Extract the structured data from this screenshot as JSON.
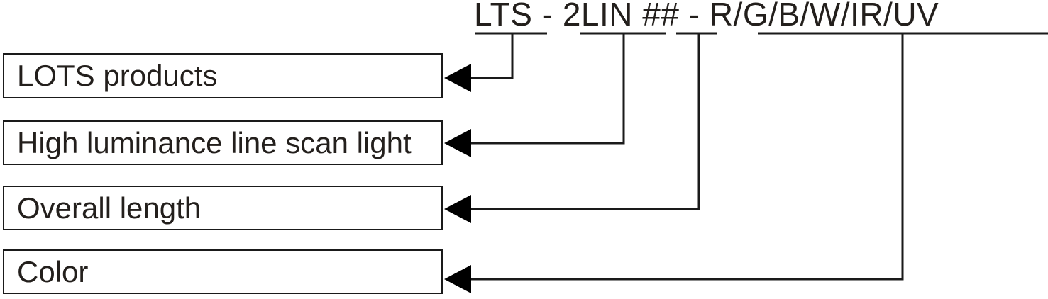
{
  "diagram": {
    "type": "part-number-breakdown",
    "title_code": "LTS - 2LIN ## - R/G/B/W/IR/UV",
    "ink_color": "#231f1c",
    "line_color": "#1a1a1a",
    "background": "#ffffff",
    "code_segments": [
      {
        "id": "seg-lts",
        "text": "LTS",
        "meaning": "LOTS products"
      },
      {
        "id": "sep-1",
        "text": "-",
        "meaning": "separator"
      },
      {
        "id": "seg-2lin",
        "text": "2LIN",
        "meaning": "High luminance line scan light"
      },
      {
        "id": "seg-hash",
        "text": "##",
        "meaning": "Overall length"
      },
      {
        "id": "sep-2",
        "text": "-",
        "meaning": "separator"
      },
      {
        "id": "seg-color",
        "text": "R/G/B/W/IR/UV",
        "meaning": "Color"
      }
    ],
    "callouts": [
      {
        "id": "callout-1",
        "label": "LOTS products"
      },
      {
        "id": "callout-2",
        "label": "High luminance line scan light"
      },
      {
        "id": "callout-3",
        "label": "Overall length"
      },
      {
        "id": "callout-4",
        "label": "Color"
      }
    ]
  }
}
